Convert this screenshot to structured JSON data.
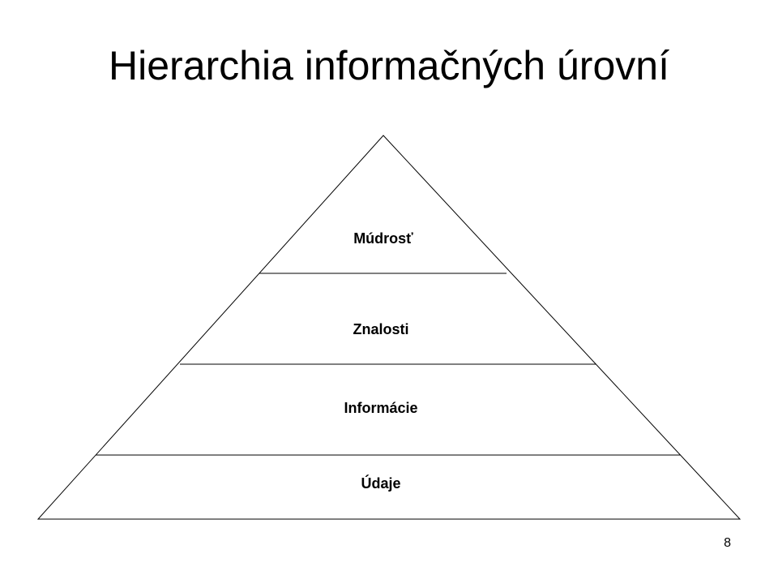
{
  "slide": {
    "title": "Hierarchia informačných úrovní",
    "number": "8"
  },
  "pyramid": {
    "levels": [
      {
        "label": "Múdrosť"
      },
      {
        "label": "Znalosti"
      },
      {
        "label": "Informácie"
      },
      {
        "label": "Údaje"
      }
    ]
  }
}
